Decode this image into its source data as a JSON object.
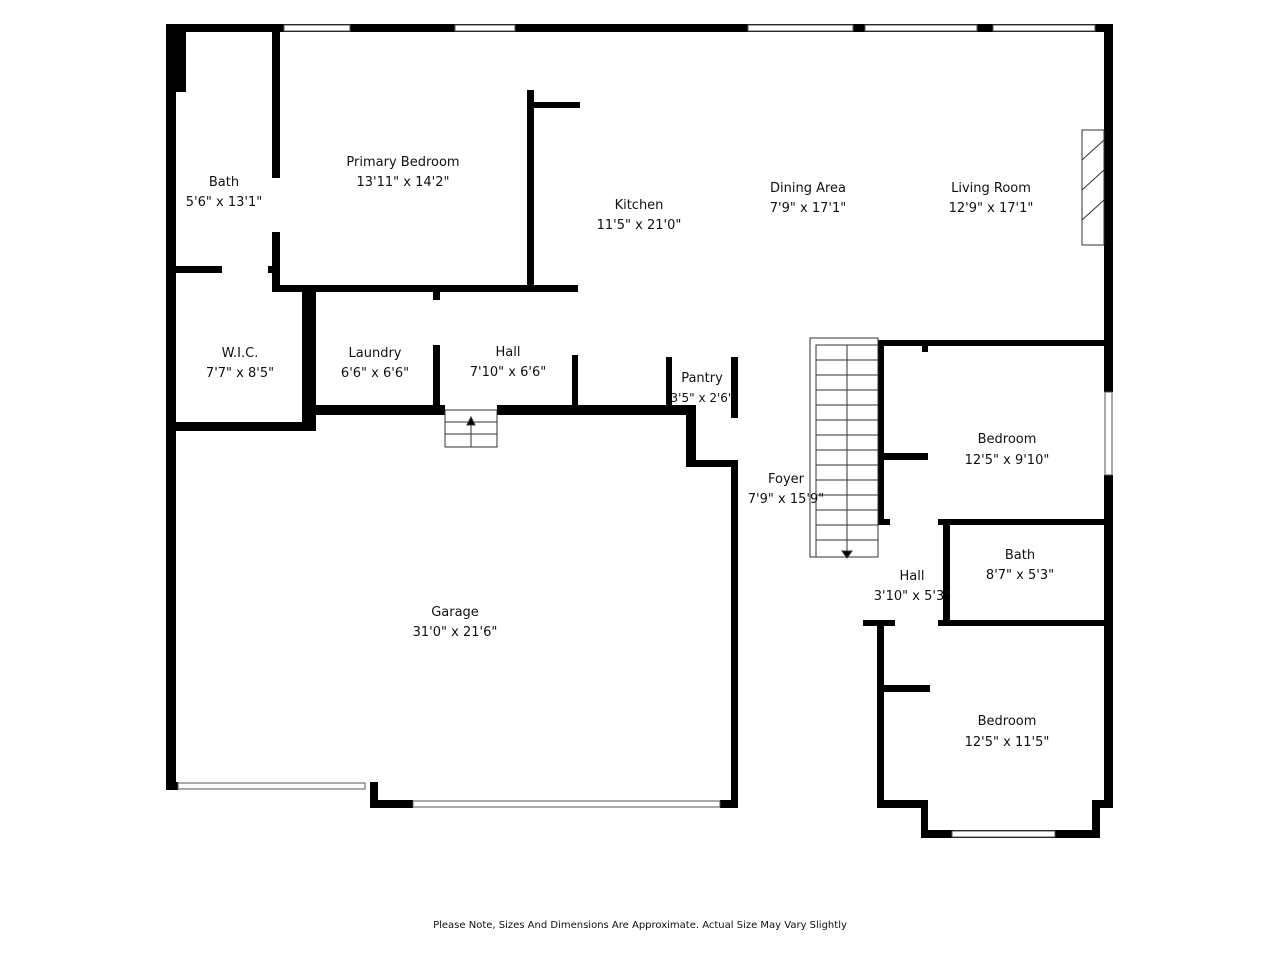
{
  "rooms": [
    {
      "name": "Bath",
      "dims": "5'6\" x 13'1\""
    },
    {
      "name": "Primary Bedroom",
      "dims": "13'11\" x 14'2\""
    },
    {
      "name": "Kitchen",
      "dims": "11'5\" x 21'0\""
    },
    {
      "name": "Dining Area",
      "dims": "7'9\" x 17'1\""
    },
    {
      "name": "Living Room",
      "dims": "12'9\" x 17'1\""
    },
    {
      "name": "W.I.C.",
      "dims": "7'7\" x 8'5\""
    },
    {
      "name": "Laundry",
      "dims": "6'6\" x 6'6\""
    },
    {
      "name": "Hall",
      "dims": "7'10\" x 6'6\""
    },
    {
      "name": "Pantry",
      "dims": "3'5\" x 2'6\""
    },
    {
      "name": "Foyer",
      "dims": "7'9\" x 15'9\""
    },
    {
      "name": "Bedroom",
      "dims": "12'5\" x 9'10\""
    },
    {
      "name": "Bath",
      "dims": "8'7\" x 5'3\""
    },
    {
      "name": "Hall",
      "dims": "3'10\" x 5'3\""
    },
    {
      "name": "Garage",
      "dims": "31'0\" x 21'6\""
    },
    {
      "name": "Bedroom",
      "dims": "12'5\" x 11'5\""
    }
  ],
  "note": "Please Note, Sizes And Dimensions Are Approximate. Actual Size May Vary Slightly",
  "colors": {
    "wall": "#000000",
    "background": "#ffffff"
  }
}
